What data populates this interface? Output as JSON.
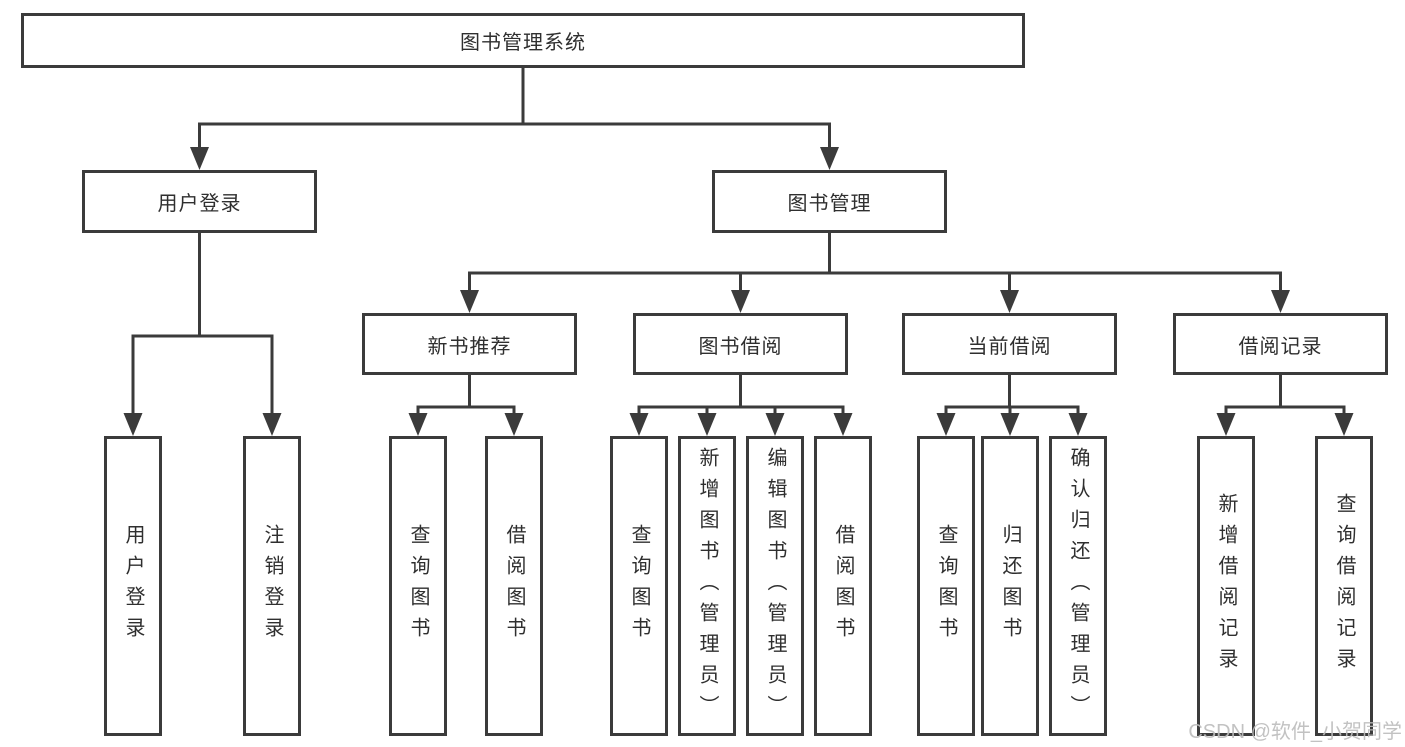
{
  "colors": {
    "line": "#3b3b3b",
    "box_border": "#3b3b3b",
    "text": "#2f2f2f",
    "background": "#ffffff",
    "watermark": "#bdbdbd"
  },
  "watermark": "CSDN @软件_小贺同学",
  "tree": {
    "root": "图书管理系统",
    "branches": [
      {
        "label": "用户登录",
        "children": [
          "用户登录",
          "注销登录"
        ]
      },
      {
        "label": "图书管理",
        "groups": [
          {
            "label": "新书推荐",
            "children": [
              "查询图书",
              "借阅图书"
            ]
          },
          {
            "label": "图书借阅",
            "children": [
              "查询图书",
              "新增图书（管理员）",
              "编辑图书（管理员）",
              "借阅图书"
            ]
          },
          {
            "label": "当前借阅",
            "children": [
              "查询图书",
              "归还图书",
              "确认归还（管理员）"
            ]
          },
          {
            "label": "借阅记录",
            "children": [
              "新增借阅记录",
              "查询借阅记录"
            ]
          }
        ]
      }
    ]
  }
}
